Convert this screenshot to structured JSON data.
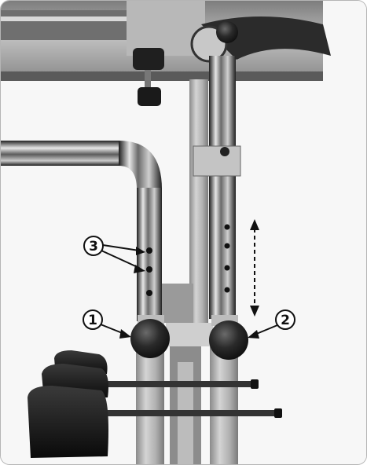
{
  "callouts": [
    {
      "id": "1",
      "label": "1"
    },
    {
      "id": "2",
      "label": "2"
    },
    {
      "id": "3",
      "label": "3"
    }
  ],
  "colors": {
    "chrome_dark": "#2a2a2a",
    "chrome_light": "#d8d8d8",
    "knob": "#1c1c1c",
    "pad": "#151515",
    "table": "#9c9c9c",
    "background": "#f7f7f7"
  }
}
